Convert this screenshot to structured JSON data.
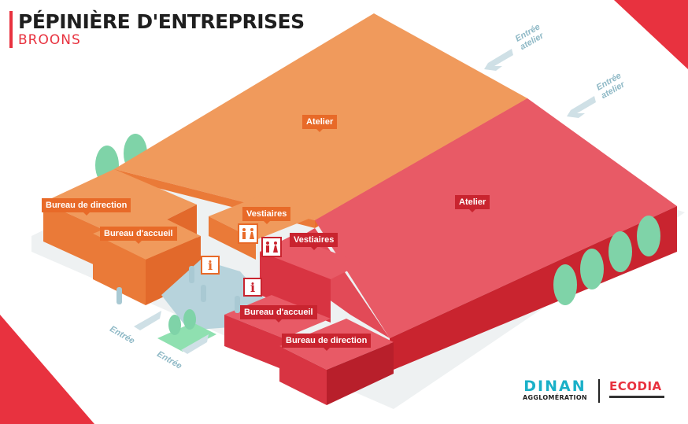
{
  "header": {
    "title": "PÉPINIÈRE D'ENTREPRISES",
    "subtitle": "BROONS"
  },
  "labels": {
    "atelier_orange": "Atelier",
    "atelier_red": "Atelier",
    "bureau_direction_orange": "Bureau de direction",
    "bureau_accueil_orange": "Bureau d'accueil",
    "vestiaires_orange": "Vestiaires",
    "vestiaires_red": "Vestiaires",
    "bureau_accueil_red": "Bureau d'accueil",
    "bureau_direction_red": "Bureau de direction"
  },
  "entrances": {
    "atelier_top_1": "Entrée atelier",
    "atelier_top_2": "Entrée atelier",
    "front_1": "Entrée",
    "front_2": "Entrée"
  },
  "icons": {
    "info": "i",
    "toilets": "toilets-icon"
  },
  "logos": {
    "dinan_word": "DINAN",
    "dinan_sub": "AGGLOMÉRATION",
    "ecodia_word": "ECODIA"
  },
  "colors": {
    "orange_top": "#f09a5c",
    "orange_side": "#ea7a38",
    "red_top": "#e85a66",
    "red_side": "#c9242f",
    "floor": "#b7d3dc",
    "tree": "#7fd3a8",
    "accent": "#e8323f"
  }
}
